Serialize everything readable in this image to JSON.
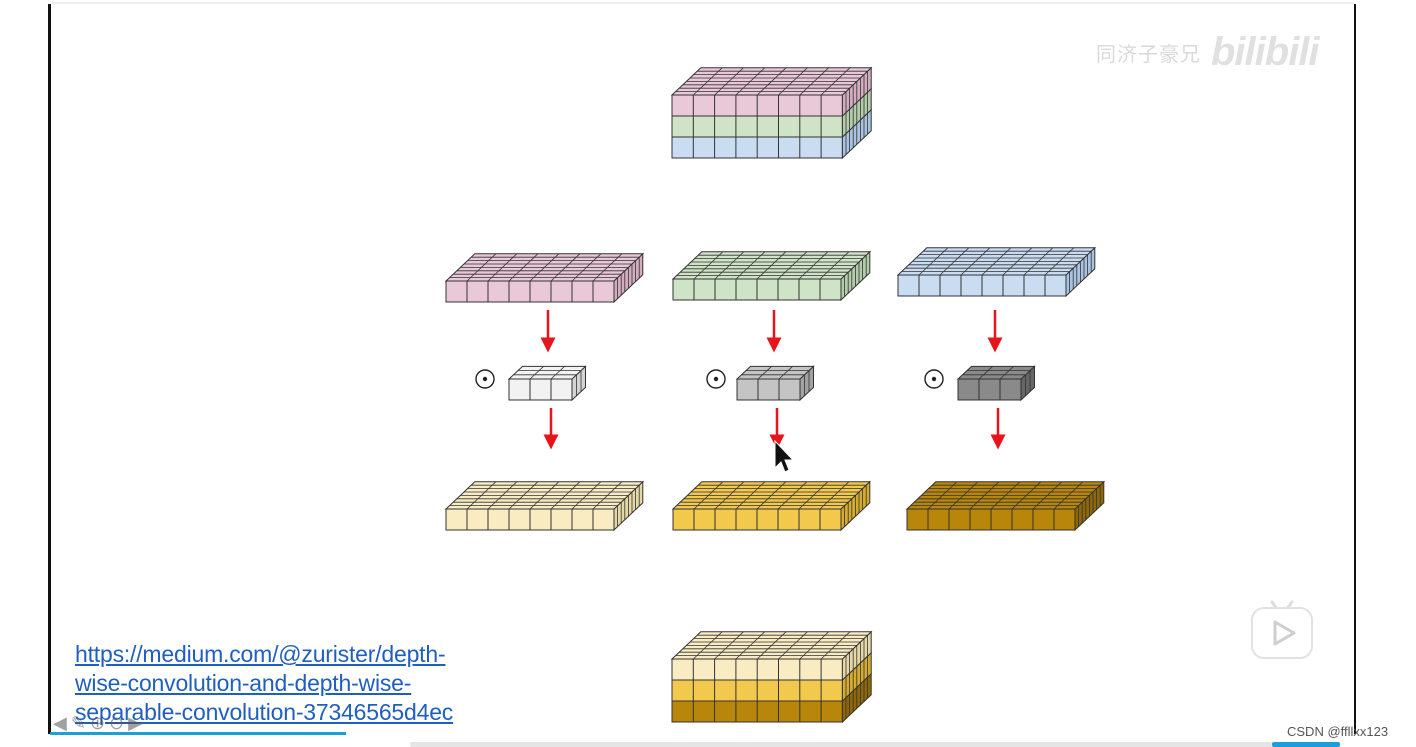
{
  "reference_link": {
    "line1": "https://medium.com/@zurister/depth-",
    "line2": "wise-convolution-and-depth-wise-",
    "line3": "separable-convolution-37346565d4ec"
  },
  "watermark": {
    "text": "同济子豪兄",
    "logo": "bilibili"
  },
  "footer": {
    "csdn_label": "CSDN @ffllxx123"
  },
  "operator_symbol": "⊙",
  "colors": {
    "input_top": [
      "#e9c8d8",
      "#cfe3c6",
      "#c9dcf2"
    ],
    "input_side": [
      "#d3acbf",
      "#b3cca9",
      "#aac3e0"
    ],
    "channels_top": [
      "#e9c8d8",
      "#cfe3c6",
      "#c9dcf2"
    ],
    "channels_side": [
      "#d3acbf",
      "#b3cca9",
      "#aac3e0"
    ],
    "kernels_top": [
      "#f2f2f2",
      "#c4c4c4",
      "#8a8a8a"
    ],
    "kernels_side": [
      "#d4d4d4",
      "#a2a2a2",
      "#666666"
    ],
    "outputs_top": [
      "#f9ecc2",
      "#f2c94c",
      "#b8860b"
    ],
    "outputs_side": [
      "#e6d7a6",
      "#d6ac2f",
      "#8f6806"
    ],
    "arrow": "#e8141b",
    "grid_line": "#333333"
  },
  "icons": [
    "play-tv-icon",
    "nav-prev-icon",
    "pen-icon",
    "zoom-in-icon",
    "zoom-out-icon",
    "nav-next-icon",
    "mouse-cursor-icon"
  ]
}
